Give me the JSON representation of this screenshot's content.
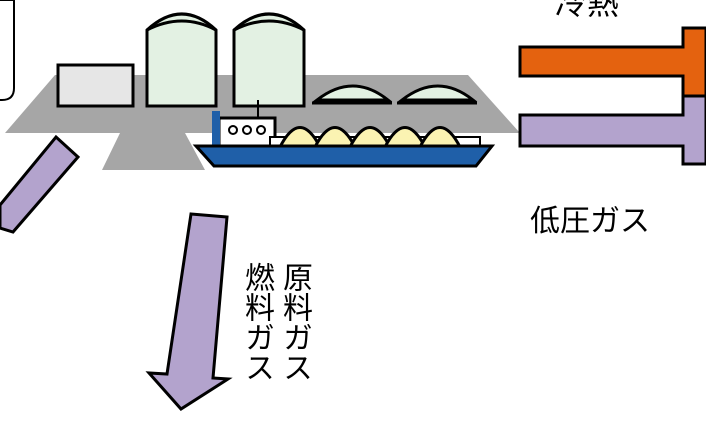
{
  "labels": {
    "cold_energy": "冷熱",
    "low_pressure_gas": "低圧ガス",
    "fuel_gas": "燃料ガス",
    "raw_gas": "原料ガス"
  },
  "colors": {
    "orange_arrow": "#e4620f",
    "purple_arrow": "#b3a3cd",
    "platform": "#a6a6a6",
    "tank_fill": "#e3f1e3",
    "lng_sphere": "#fbf3b2",
    "ship_hull": "#1f5fa8",
    "outline": "#000000"
  },
  "icons": [
    "lng-terminal-platform-icon",
    "storage-tank-icon",
    "lng-carrier-ship-icon",
    "flow-arrow-icon"
  ]
}
